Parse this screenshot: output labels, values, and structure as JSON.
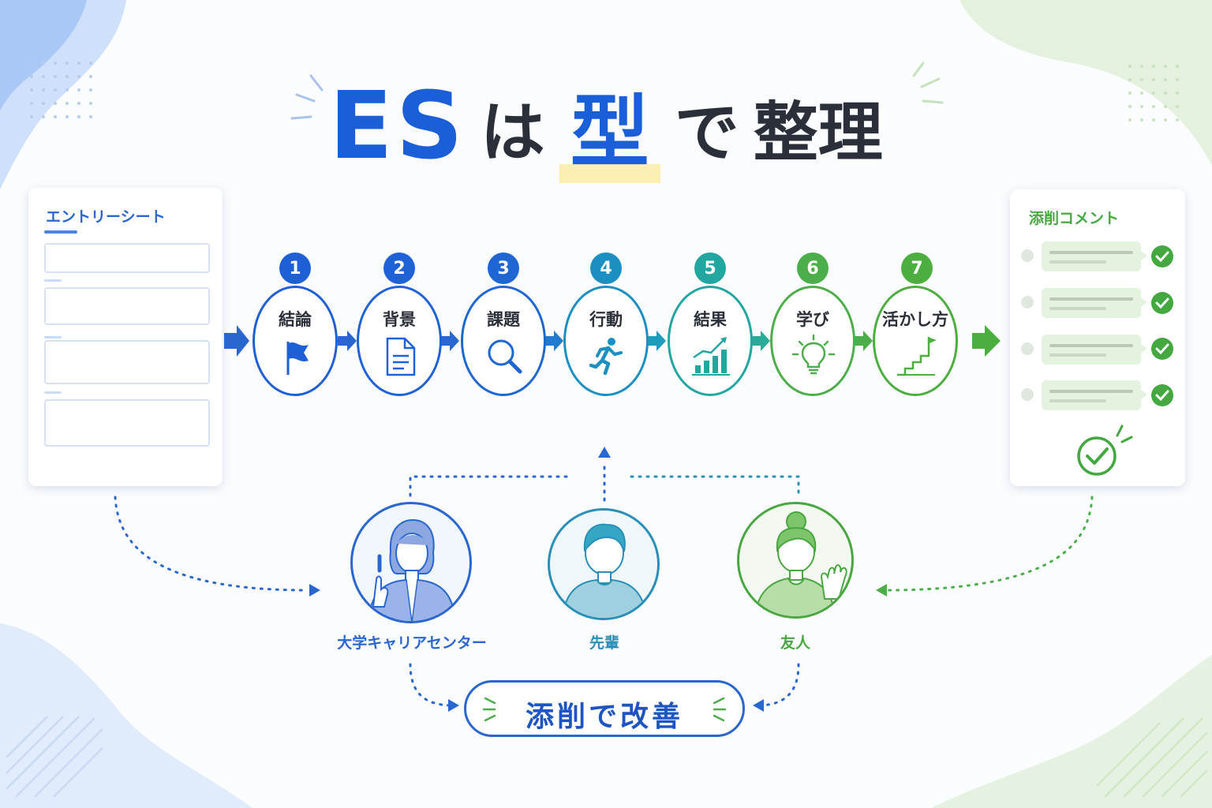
{
  "title": {
    "es": "ES",
    "wa": "は",
    "kata": "型",
    "de": "で",
    "seiri": "整理"
  },
  "entry_sheet": {
    "title": "エントリーシート"
  },
  "steps": [
    {
      "number": "1",
      "label": "結論",
      "icon": "flag-icon",
      "color": "#1f5fd6"
    },
    {
      "number": "2",
      "label": "背景",
      "icon": "document-icon",
      "color": "#1f62d8"
    },
    {
      "number": "3",
      "label": "課題",
      "icon": "magnifier-icon",
      "color": "#1d66d4"
    },
    {
      "number": "4",
      "label": "行動",
      "icon": "running-person-icon",
      "color": "#1c8fc2"
    },
    {
      "number": "5",
      "label": "結果",
      "icon": "growth-chart-icon",
      "color": "#22a6a0"
    },
    {
      "number": "6",
      "label": "学び",
      "icon": "lightbulb-icon",
      "color": "#4cae4a"
    },
    {
      "number": "7",
      "label": "活かし方",
      "icon": "stairs-flag-icon",
      "color": "#4cae3f"
    }
  ],
  "comment_card": {
    "title": "添削コメント",
    "items": 4
  },
  "people": [
    {
      "label": "大学キャリアセンター",
      "color": "#2a66cf"
    },
    {
      "label": "先輩",
      "color": "#2a8fb8"
    },
    {
      "label": "友人",
      "color": "#4aa640"
    }
  ],
  "bottom_pill": {
    "label": "添削で改善"
  }
}
